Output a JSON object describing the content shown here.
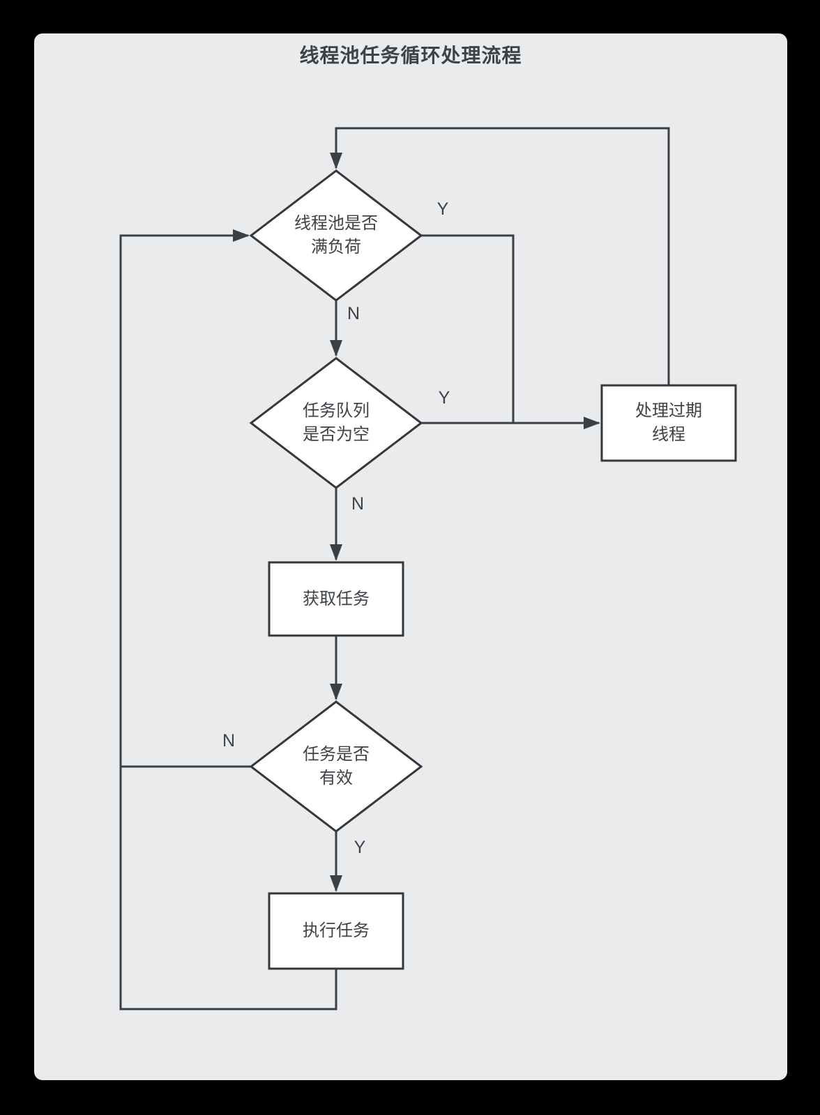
{
  "title": "线程池任务循环处理流程",
  "colors": {
    "page_bg": "#000000",
    "canvas_bg": "#e9ebed",
    "line": "#3a4045",
    "node_border": "#33383d",
    "node_fill": "#ffffff",
    "text": "#3d4247"
  },
  "nodes": {
    "pool_full": {
      "type": "decision",
      "label": "线程池是否\n满负荷"
    },
    "queue_empty": {
      "type": "decision",
      "label": "任务队列\n是否为空"
    },
    "get_task": {
      "type": "process",
      "label": "获取任务"
    },
    "task_valid": {
      "type": "decision",
      "label": "任务是否\n有效"
    },
    "execute_task": {
      "type": "process",
      "label": "执行任务"
    },
    "handle_expired": {
      "type": "process",
      "label": "处理过期\n线程"
    }
  },
  "edge_labels": {
    "pool_full_yes": "Y",
    "pool_full_no": "N",
    "queue_empty_yes": "Y",
    "queue_empty_no": "N",
    "task_valid_no": "N",
    "task_valid_yes": "Y"
  }
}
